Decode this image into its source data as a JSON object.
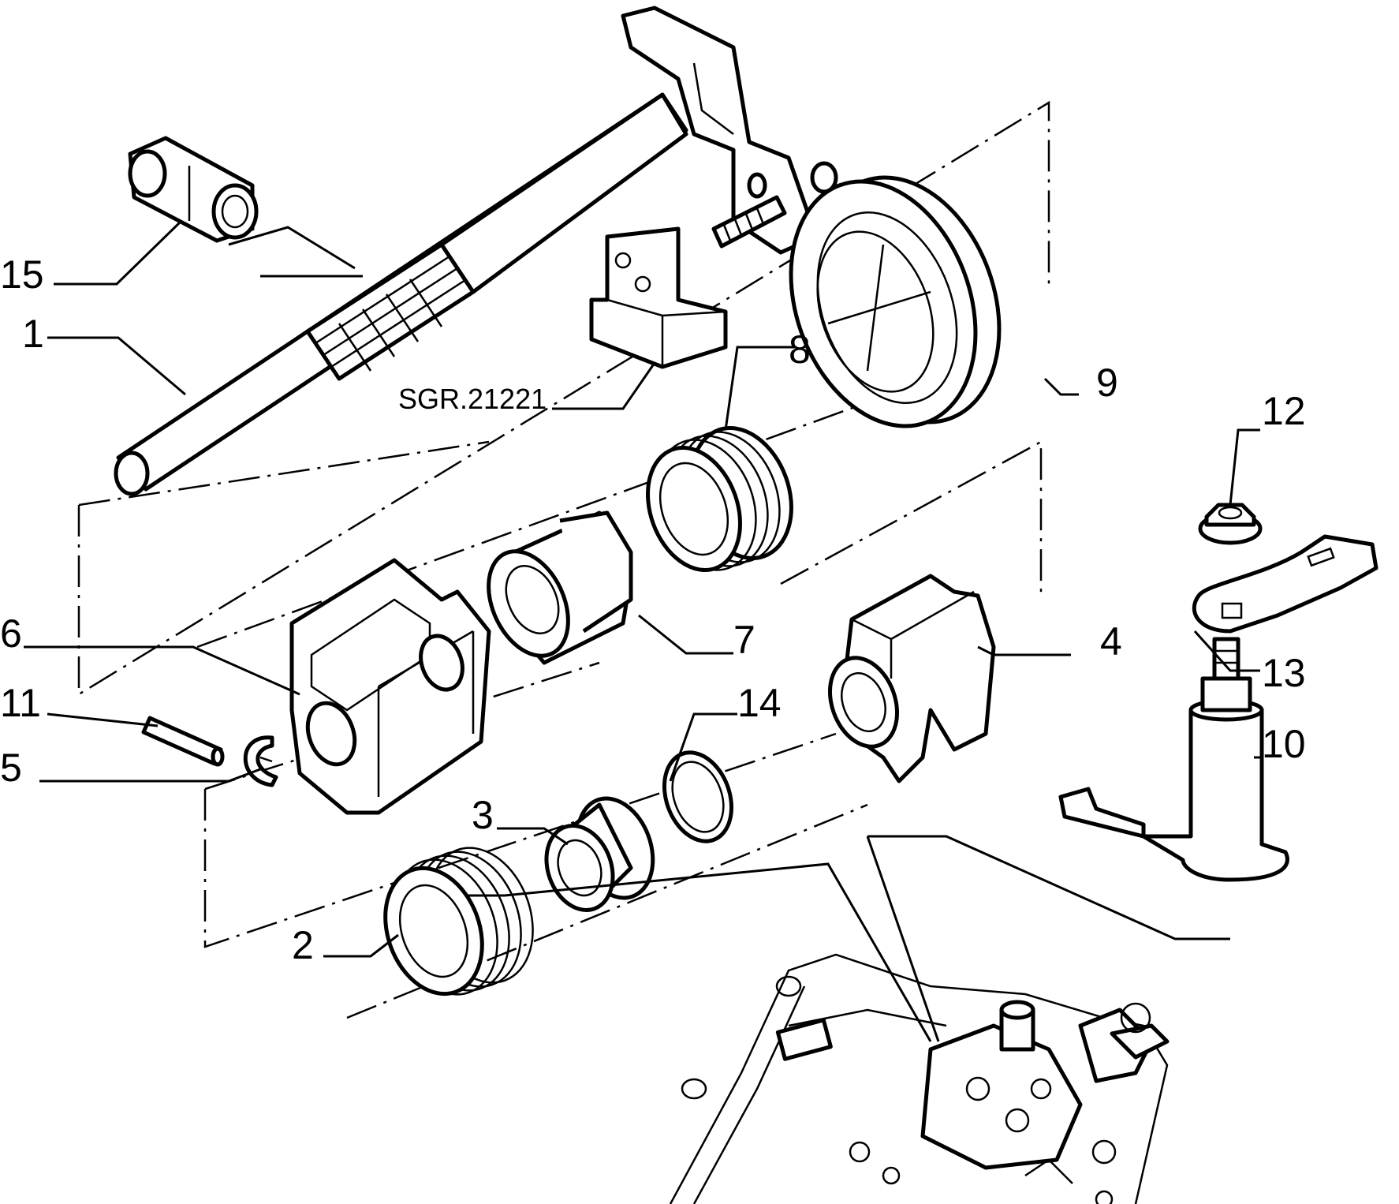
{
  "diagram": {
    "callouts": [
      {
        "id": "1",
        "text": "1"
      },
      {
        "id": "2",
        "text": "2"
      },
      {
        "id": "3",
        "text": "3"
      },
      {
        "id": "4",
        "text": "4"
      },
      {
        "id": "5",
        "text": "5"
      },
      {
        "id": "6",
        "text": "6"
      },
      {
        "id": "7",
        "text": "7"
      },
      {
        "id": "8",
        "text": "8"
      },
      {
        "id": "9",
        "text": "9"
      },
      {
        "id": "10",
        "text": "10"
      },
      {
        "id": "11",
        "text": "11"
      },
      {
        "id": "12",
        "text": "12"
      },
      {
        "id": "13",
        "text": "13"
      },
      {
        "id": "14",
        "text": "14"
      },
      {
        "id": "15",
        "text": "15"
      }
    ],
    "tool_reference": "SGR.21221"
  }
}
